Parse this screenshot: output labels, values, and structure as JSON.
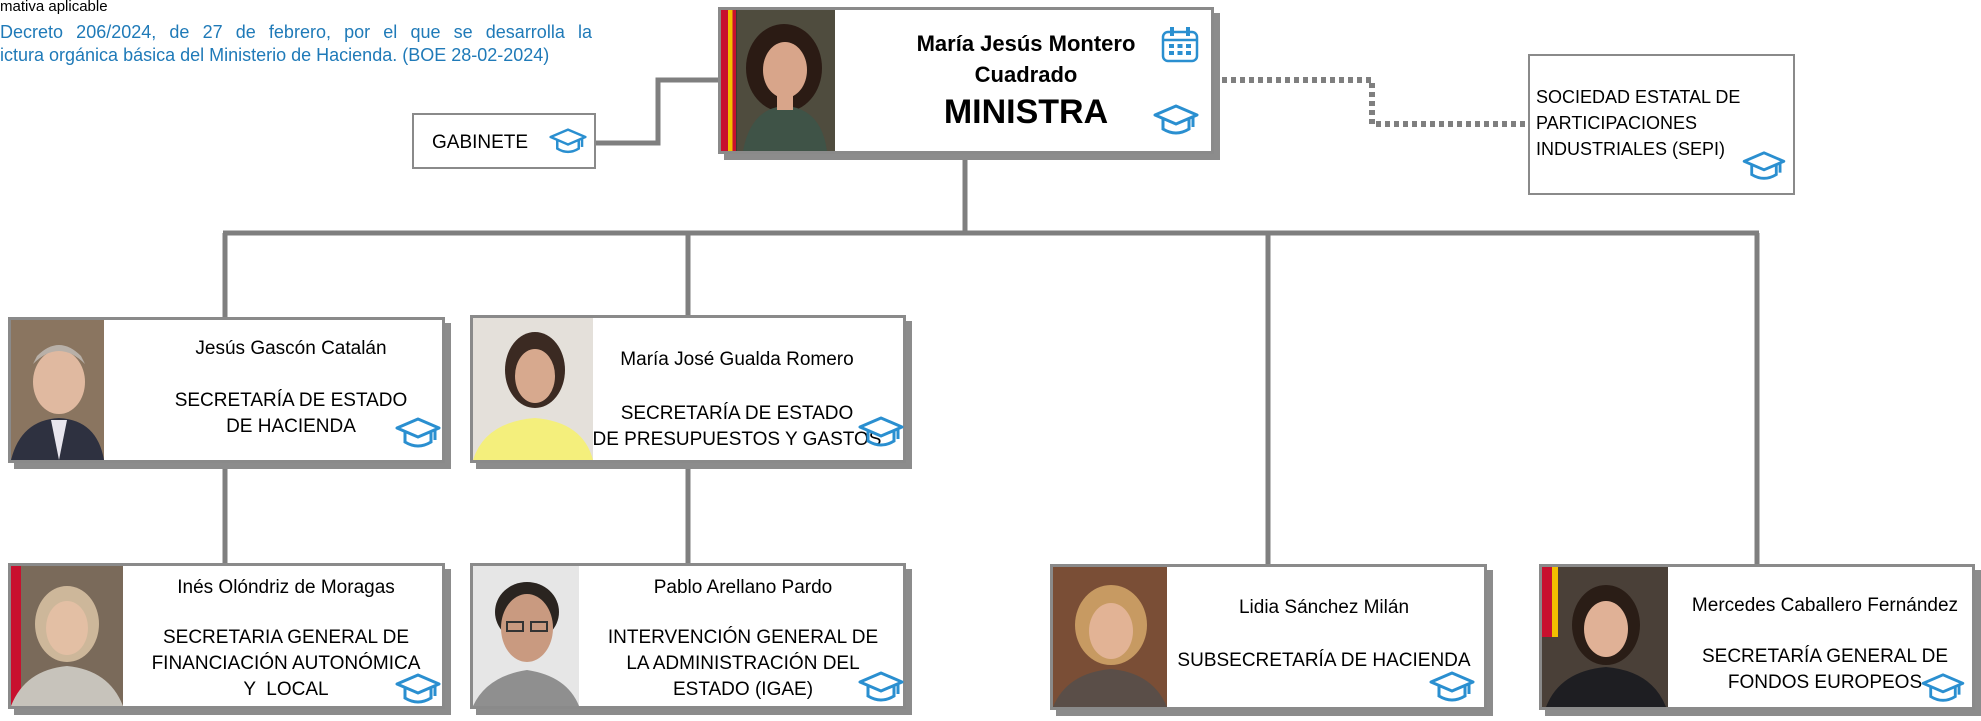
{
  "legal": {
    "heading": "mativa aplicable",
    "line1": "Decreto 206/2024, de 27 de febrero, por el que se desarrolla la",
    "line2": "ictura orgánica básica del Ministerio de Hacienda. (BOE 28-02-2024)"
  },
  "minister": {
    "name_line1": "María Jesús Montero",
    "name_line2": "Cuadrado",
    "title": "MINISTRA"
  },
  "gabinete": {
    "label": "GABINETE"
  },
  "sepi": {
    "line1": "SOCIEDAD ESTATAL DE",
    "line2": "PARTICIPACIONES",
    "line3": "INDUSTRIALES (SEPI)"
  },
  "units": [
    {
      "id": "seh",
      "name": "Jesús Gascón Catalán",
      "unit_line1": "SECRETARÍA DE ESTADO",
      "unit_line2": "DE HACIENDA"
    },
    {
      "id": "sepg",
      "name": "María José Gualda Romero",
      "unit_line1": "SECRETARÍA DE ESTADO",
      "unit_line2": "DE PRESUPUESTOS Y GASTOS"
    },
    {
      "id": "sgfal",
      "name": "Inés Olóndriz de Moragas",
      "unit_line1": "SECRETARIA GENERAL DE",
      "unit_line2": "FINANCIACIÓN AUTONÓMICA",
      "unit_line3": "Y  LOCAL"
    },
    {
      "id": "igae",
      "name": "Pablo Arellano Pardo",
      "unit_line1": "INTERVENCIÓN GENERAL DE",
      "unit_line2": "LA ADMINISTRACIÓN DEL",
      "unit_line3": "ESTADO (IGAE)"
    },
    {
      "id": "subsecretaria",
      "name": "Lidia Sánchez Milán",
      "unit_line1": "SUBSECRETARÍA DE HACIENDA"
    },
    {
      "id": "sgfe",
      "name": "Mercedes Caballero Fernández",
      "unit_line1": "SECRETARÍA GENERAL DE",
      "unit_line2": "FONDOS EUROPEOS"
    }
  ],
  "icons": {
    "cv": "graduation-cap-icon",
    "agenda": "calendar-icon"
  },
  "colors": {
    "link_blue": "#1f7ab8",
    "icon_blue": "#2a8fd0",
    "connector_gray": "#7f7f7f",
    "border_gray": "#8a8a8a"
  }
}
